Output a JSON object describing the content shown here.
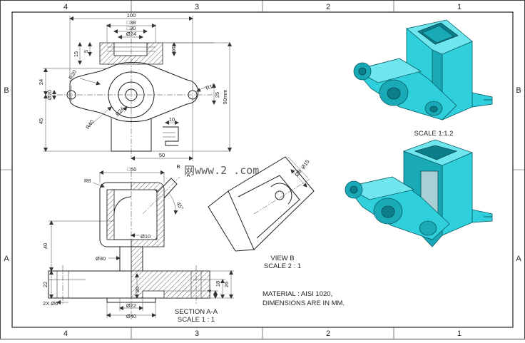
{
  "border": {
    "top_zones": [
      "4",
      "3",
      "2",
      "1"
    ],
    "bottom_zones": [
      "4",
      "3",
      "2",
      "1"
    ],
    "left_zones": [
      "B",
      "A"
    ],
    "right_zones": [
      "B",
      "A"
    ]
  },
  "front_view": {
    "dims": {
      "d100": "100",
      "d38": "□38",
      "d30": "□30",
      "d24": "Ø24",
      "d15": "15",
      "d5": "5",
      "d10": "10",
      "r20": "R20",
      "d24v": "24",
      "d20": "Ø20",
      "d45": "45",
      "r40": "R40",
      "r24": "R24",
      "r10": "R10",
      "d25": "25",
      "d90": "90mm",
      "d10b": "10",
      "d50": "50"
    }
  },
  "section_view": {
    "dims": {
      "d50": "□50",
      "r8": "R8",
      "d40": "40",
      "a45": "45°",
      "b": "B",
      "a": "A",
      "d10": "Ø10",
      "d30": "Ø30",
      "d22": "22",
      "d2x6": "2X Ø6",
      "d20": "20",
      "d22b": "Ø22",
      "d40b": "Ø40",
      "d4": "4",
      "d18": "18",
      "d26": "26"
    },
    "title": "SECTION A-A",
    "scale": "SCALE 1 : 1"
  },
  "view_b": {
    "dims": {
      "d15": "Ø15",
      "d8": "Ø8"
    },
    "title": "VIEW B",
    "scale": "SCALE 2 : 1"
  },
  "iso_view": {
    "scale": "SCALE 1:1.2"
  },
  "notes": {
    "material": "MATERIAL : AISI 1020,",
    "units": "DIMENSIONS ARE IN MM."
  },
  "watermark": "网www.2 .com",
  "colors": {
    "part": "#2fd0dc",
    "part_dark": "#1aa9b6",
    "line": "#222222"
  }
}
